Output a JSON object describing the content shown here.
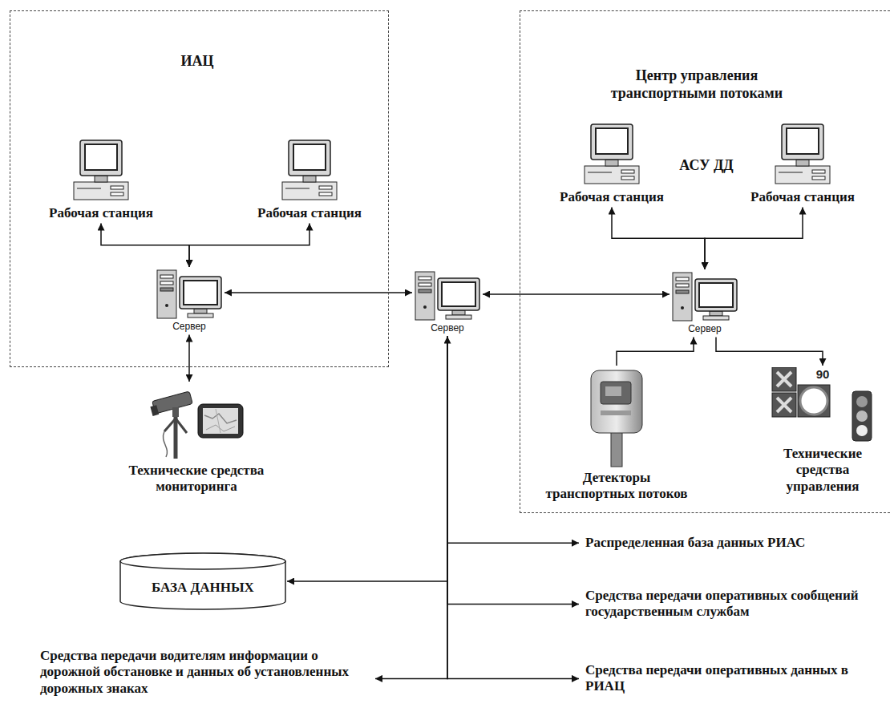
{
  "diagram": {
    "nodes": [
      {
        "text": [
          "ИАЦ"
        ]
      },
      {
        "text": [
          "Рабочая станция"
        ],
        "in": 0
      },
      {
        "text": [
          "Рабочая станция"
        ],
        "in": 0
      },
      {
        "text": [
          "Сервер"
        ],
        "in": 0
      },
      {
        "text": [
          "Сервер"
        ]
      },
      {
        "text": [
          "Центр управления транспортными потоками",
          "АСУ ДД"
        ]
      },
      {
        "text": [
          "Рабочая станция"
        ],
        "in": 5
      },
      {
        "text": [
          "Рабочая станция"
        ],
        "in": 5
      },
      {
        "text": [
          "Сервер"
        ],
        "in": 5
      },
      {
        "text": [
          "Технические средства мониторинга"
        ]
      },
      {
        "text": [
          "Детекторы транспортных потоков"
        ],
        "in": 5
      },
      {
        "text": [
          "Технические средства управления"
        ],
        "in": 5
      },
      {
        "text": [
          "Распределенная база данных РИАС"
        ]
      },
      {
        "text": [
          "БАЗА ДАННЫХ"
        ]
      },
      {
        "text": [
          "Средства передачи оперативных сообщений государственным службам"
        ]
      },
      {
        "text": [
          "Средства передачи водителям информации о дорожной обстановке и данных об установленных дорожных знаках"
        ]
      },
      {
        "text": [
          "Средства передачи оперативных данных в РИАЦ"
        ]
      }
    ],
    "edges": [
      {
        "from": 3,
        "to": 1,
        "arrow": "both"
      },
      {
        "from": 3,
        "to": 2,
        "arrow": "both"
      },
      {
        "from": 3,
        "to": 4,
        "arrow": "both"
      },
      {
        "from": 4,
        "to": 8,
        "arrow": "both"
      },
      {
        "from": 8,
        "to": 6,
        "arrow": "both"
      },
      {
        "from": 8,
        "to": 7,
        "arrow": "both"
      },
      {
        "from": 3,
        "to": 9,
        "arrow": "both"
      },
      {
        "from": 10,
        "to": 8,
        "arrow": "to"
      },
      {
        "from": 8,
        "to": 11,
        "arrow": "to"
      },
      {
        "from": 4,
        "to": 12,
        "arrow": "to"
      },
      {
        "from": 4,
        "to": 13,
        "arrow": "to"
      },
      {
        "from": 4,
        "to": 14,
        "arrow": "to"
      },
      {
        "from": 4,
        "to": 15,
        "arrow": "both"
      },
      {
        "from": 4,
        "to": 16,
        "arrow": "to"
      }
    ],
    "labels": [
      "90"
    ]
  }
}
